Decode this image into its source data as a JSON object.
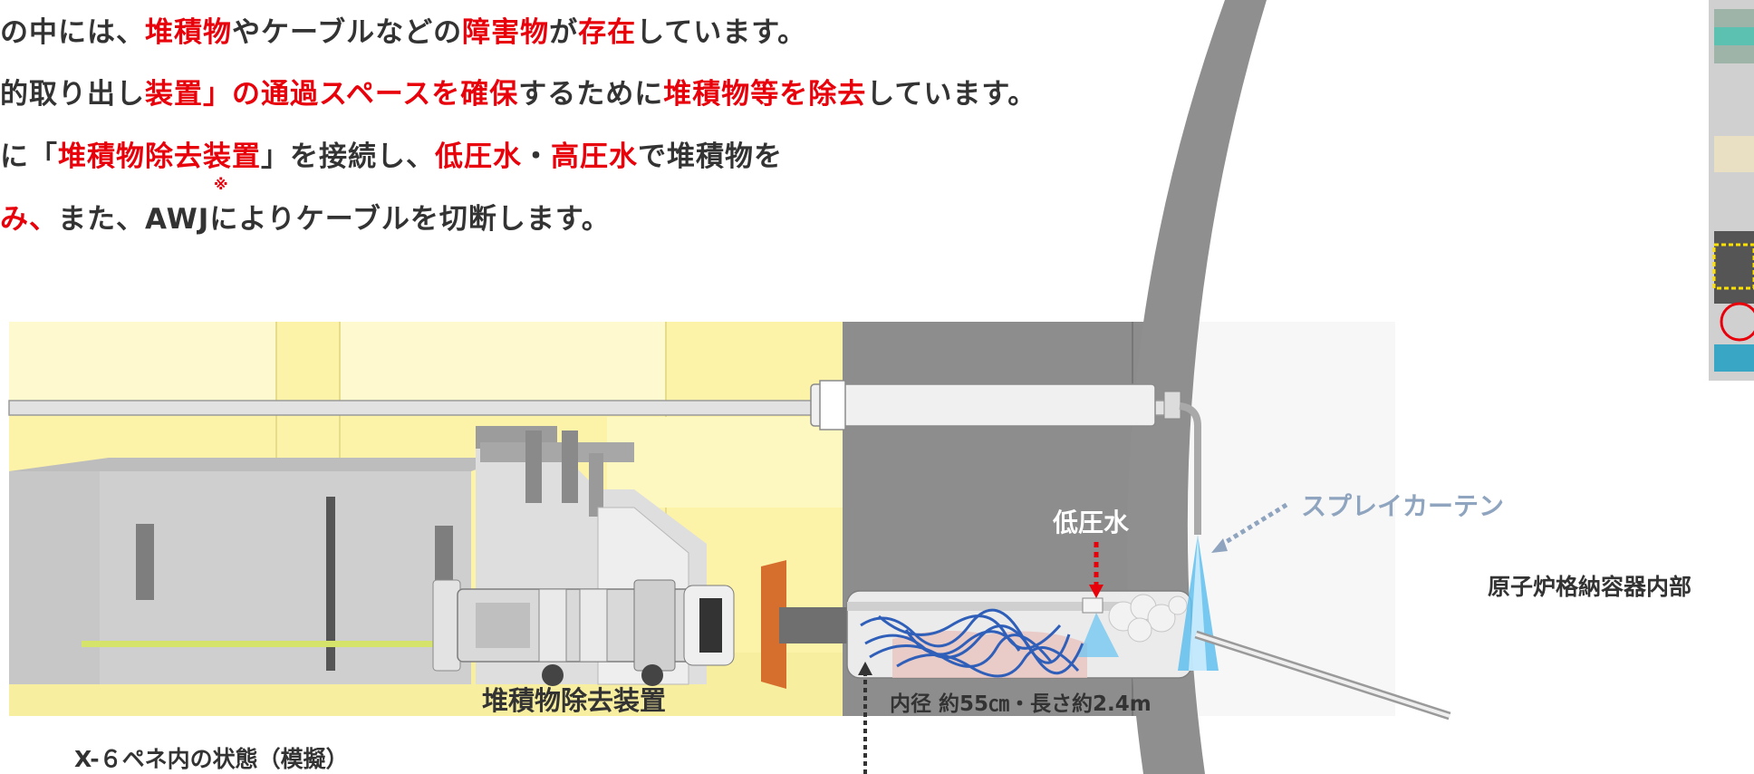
{
  "text_lines": [
    [
      {
        "t": "の中には、",
        "red": false
      },
      {
        "t": "堆積物",
        "red": true
      },
      {
        "t": "やケーブルなどの",
        "red": false
      },
      {
        "t": "障害物",
        "red": true
      },
      {
        "t": "が",
        "red": false
      },
      {
        "t": "存在",
        "red": true
      },
      {
        "t": "しています。",
        "red": false
      }
    ],
    [
      {
        "t": "的取り出し",
        "red": false
      },
      {
        "t": "装置」の通過スペースを確保",
        "red": true
      },
      {
        "t": "するために",
        "red": false
      },
      {
        "t": "堆積物等を除去",
        "red": true
      },
      {
        "t": "しています。",
        "red": false
      }
    ],
    [
      {
        "t": "に「",
        "red": false
      },
      {
        "t": "堆積物除去装置",
        "red": true
      },
      {
        "t": "」を接続し、",
        "red": false
      },
      {
        "t": "低圧水",
        "red": true
      },
      {
        "t": "・",
        "red": false
      },
      {
        "t": "高圧水",
        "red": true
      },
      {
        "t": "で堆積物を",
        "red": false
      }
    ],
    [
      {
        "t": "み、",
        "red": true
      },
      {
        "t": "また、AWJ",
        "red": false
      },
      {
        "t": "によりケーブルを切断します。",
        "red": false
      }
    ]
  ],
  "footnote_mark": "※",
  "labels": {
    "device": "堆積物除去装置",
    "dimension": "内径 約55㎝・長さ約2.4m",
    "low_pressure_water": "低圧水",
    "spray_curtain": "スプレイカーテン",
    "pcv_interior": "原子炉格納容器内部",
    "caption": "X-６ペネ内の状態（模擬）"
  },
  "colors": {
    "red": "#e8000b",
    "text": "#333333",
    "spray": "#8fa4be",
    "wall_yellow": "#fcf3a8",
    "wall_gray": "#8d8d8d",
    "cable_blue": "#2f5fb8"
  }
}
